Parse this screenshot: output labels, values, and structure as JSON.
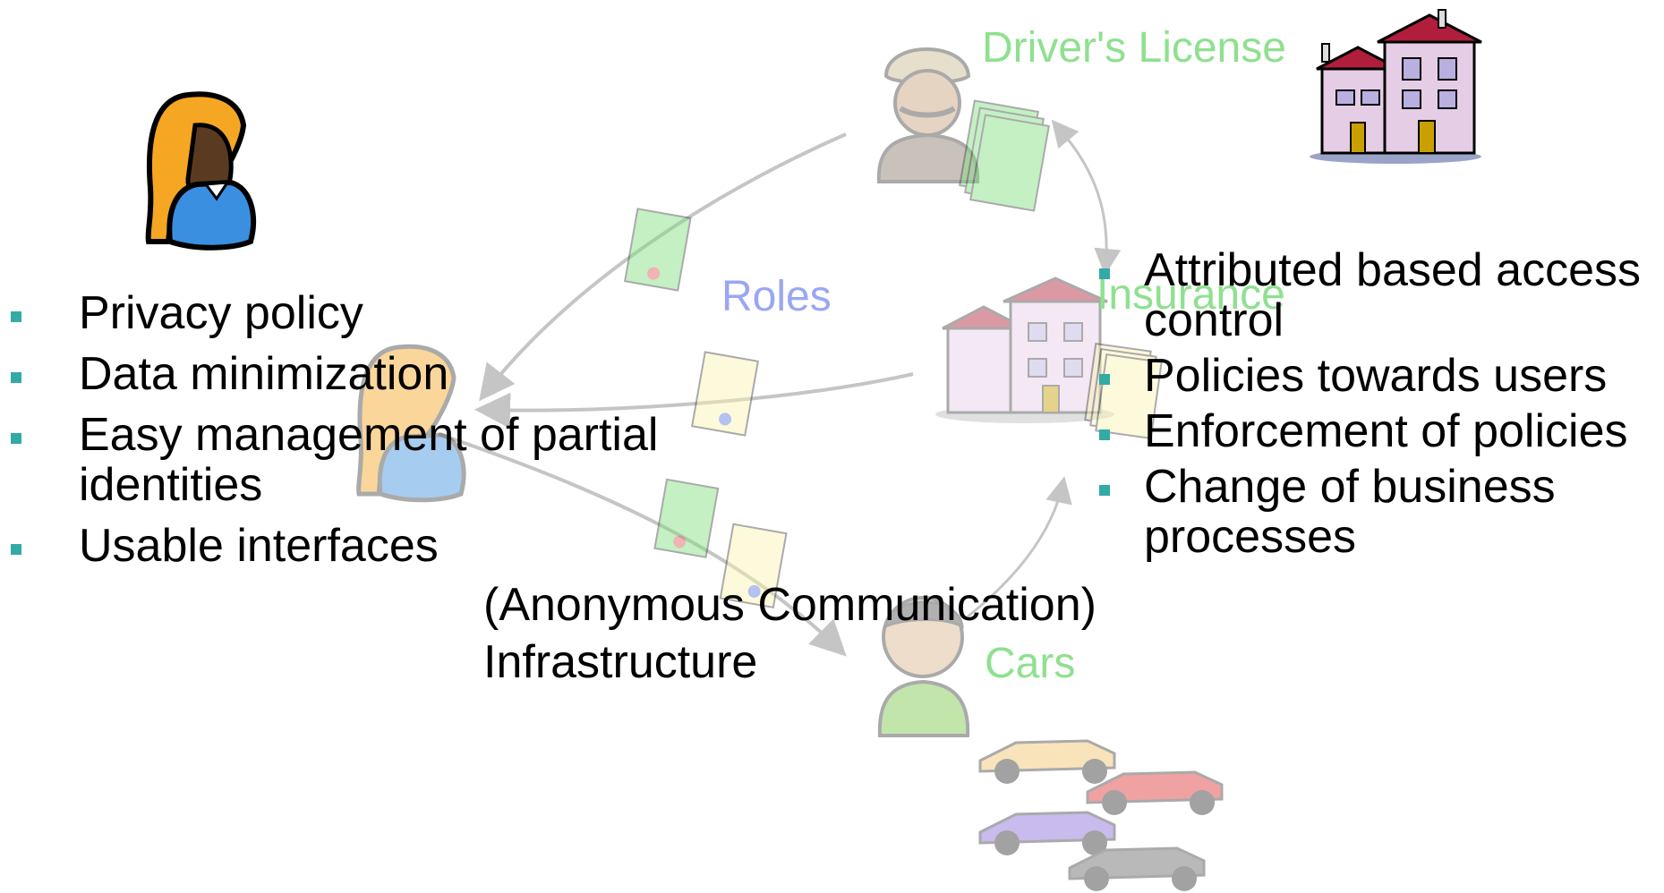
{
  "labels": {
    "drivers_license": "Driver's License",
    "roles": "Roles",
    "insurance": "Insurance",
    "cars": "Cars"
  },
  "left_bullets": [
    "Privacy policy",
    "Data minimization",
    "Easy management of partial identities",
    "Usable interfaces"
  ],
  "left_bullet_lines": [
    "Easy management of partial",
    "identities"
  ],
  "right_bullets": [
    "Attributed based access control",
    "Policies towards users",
    "Enforcement of policies",
    "Change of business processes"
  ],
  "right_bullet_lines": {
    "b0": [
      "Attributed based access",
      "control"
    ],
    "b3": [
      "Change of business",
      "processes"
    ]
  },
  "infrastructure": [
    "(Anonymous Communication)",
    "Infrastructure"
  ],
  "colors": {
    "green_label": "#8fe08f",
    "roles_label": "#9aa6f5",
    "bullet_square": "#33aaa5",
    "certificate_green": "#7ee07e",
    "certificate_yellow": "#fbf3b0",
    "arrow": "#7f7f7f",
    "user_hair": "#f5a623",
    "user_shirt": "#3b8fe0",
    "building_wall": "#e6cde6",
    "building_roof": "#b01e3c"
  },
  "icons": [
    "user-icon",
    "police-officer-icon",
    "building-icon",
    "car-dealer-icon",
    "race-car-icon",
    "certificate-icon"
  ]
}
